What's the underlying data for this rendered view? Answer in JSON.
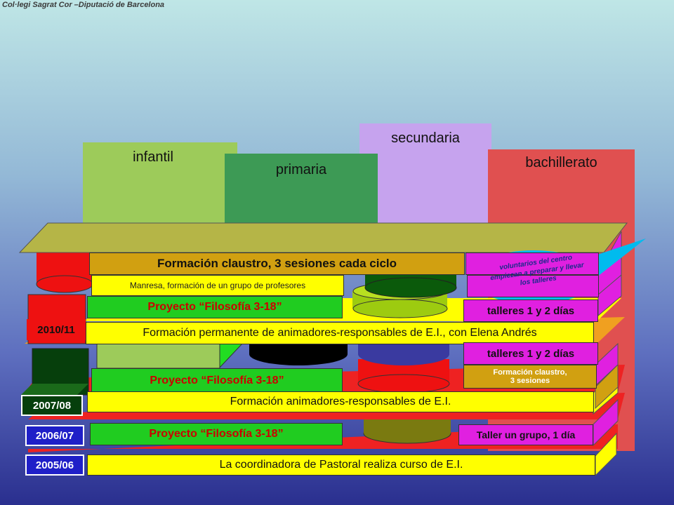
{
  "credit": "Col·legi Sagrat Cor –Diputació de Barcelona",
  "columns": {
    "infantil": "infantil",
    "primaria": "primaria",
    "secundaria": "secundaria",
    "bachillerato": "bachillerato"
  },
  "rows": {
    "r2010": {
      "year": "2010/11",
      "claustro": "Formación claustro, 3 sesiones cada ciclo",
      "manresa": "Manresa, formación de un grupo de profesores",
      "proyecto": "Proyecto “Filosofía 3-18”",
      "talleres": "talleres 1 y 2 días",
      "permanente": "Formación permanente de animadores-responsables de E.I., con Elena Andrés"
    },
    "r2007": {
      "year": "2007/08",
      "talleres": "talleres 1 y 2 días",
      "claustro_small": "Formación claustro,\n3 sesiones",
      "proyecto": "Proyecto “Filosofía 3-18”",
      "formacion": "Formación animadores-responsables de E.I."
    },
    "r2006": {
      "year": "2006/07",
      "proyecto": "Proyecto “Filosofía 3-18”",
      "taller": "Taller un grupo, 1 día"
    },
    "r2005": {
      "year": "2005/06",
      "coordinadora": "La coordinadora de Pastoral realiza curso de E.I."
    }
  },
  "callout": "voluntarios del centro empiezan a preparar y llevar los talleres",
  "colors": {
    "infantil": "#9dcb5a",
    "primaria": "#3d9a55",
    "secundaria": "#c6a3ee",
    "bachillerato": "#e05050",
    "yellow": "#ffff00",
    "green": "#20cc20",
    "magenta": "#e020e0",
    "gold": "#d1a011",
    "year_bg": "#1f1fc8"
  }
}
